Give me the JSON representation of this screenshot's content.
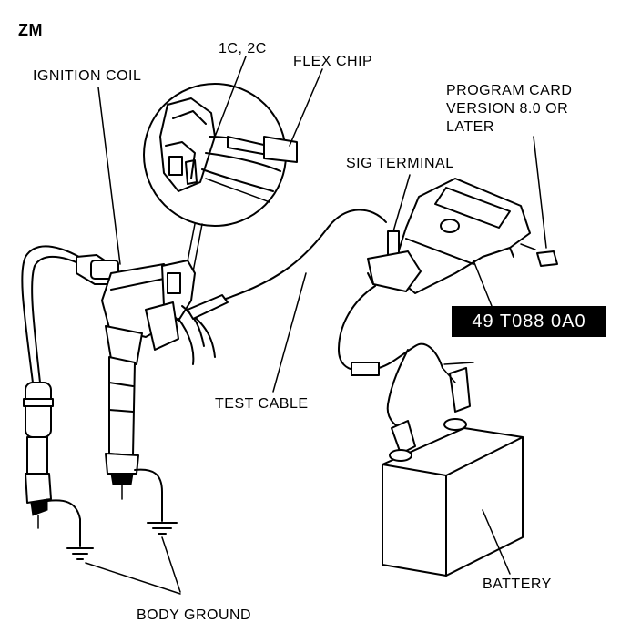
{
  "labels": {
    "model": "ZM",
    "ignition_coil": "IGNITION COIL",
    "terminals": "1C, 2C",
    "flex_chip": "FLEX CHIP",
    "program_card": "PROGRAM CARD",
    "program_card_line2": "VERSION 8.0 OR",
    "program_card_line3": "LATER",
    "sig_terminal": "SIG TERMINAL",
    "tool_code": "49 T088 0A0",
    "test_cable": "TEST CABLE",
    "battery": "BATTERY",
    "body_ground": "BODY GROUND"
  },
  "colors": {
    "ink": "#000000",
    "paper": "#ffffff"
  }
}
